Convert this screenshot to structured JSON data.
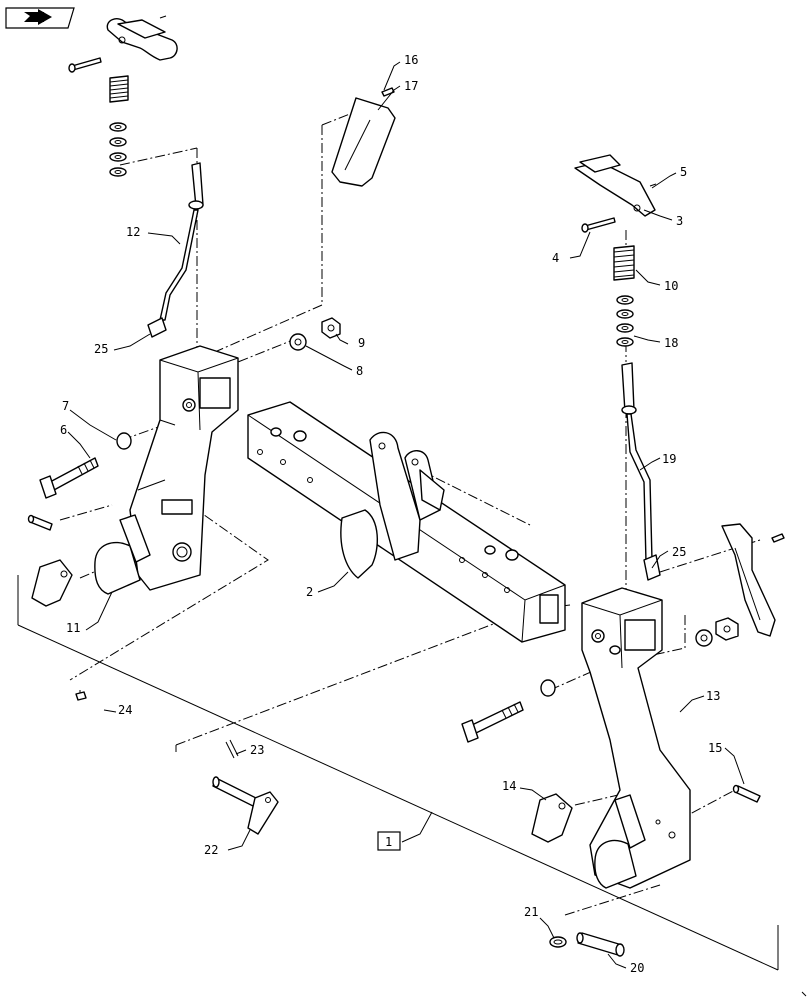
{
  "nav_icon": "back-arrow-icon",
  "assembly_label": "1",
  "callouts": {
    "c2": "2",
    "c3": "3",
    "c4": "4",
    "c5": "5",
    "c6": "6",
    "c7": "7",
    "c8": "8",
    "c9": "9",
    "c10": "10",
    "c11": "11",
    "c12": "12",
    "c13": "13",
    "c14": "14",
    "c15": "15",
    "c16": "16",
    "c17": "17",
    "c18": "18",
    "c19": "19",
    "c20": "20",
    "c21": "21",
    "c22": "22",
    "c23": "23",
    "c24": "24",
    "c25a": "25",
    "c25b": "25"
  }
}
